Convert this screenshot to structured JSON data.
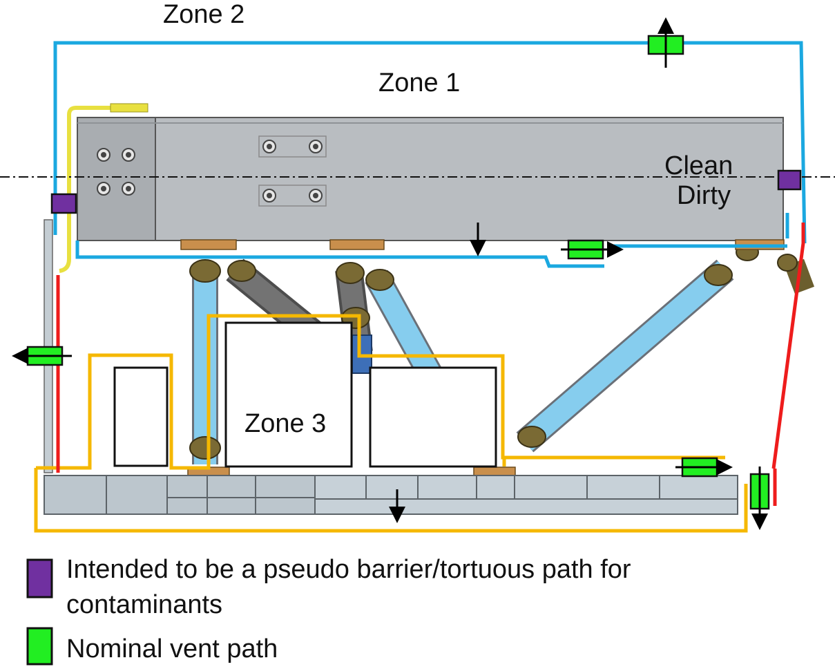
{
  "labels": {
    "zone2": "Zone 2",
    "zone1": "Zone 1",
    "zone3": "Zone 3",
    "clean": "Clean",
    "dirty": "Dirty"
  },
  "legend": {
    "barrier_line1": "Intended to be a pseudo barrier/tortuous path for",
    "barrier_line2": "contaminants",
    "vent": "Nominal vent path"
  },
  "colors": {
    "zone1_boundary": "#1ba8e0",
    "zone3_boundary": "#f5b800",
    "zone2_boundary": "#ee1c1c",
    "barrier": "#7030a0",
    "vent": "#22ee22",
    "strut_blue": "#7fc8ec",
    "strut_gray": "#6f6f6f",
    "bench": "#b8bcc0",
    "base_plate": "#c9d3d9"
  }
}
